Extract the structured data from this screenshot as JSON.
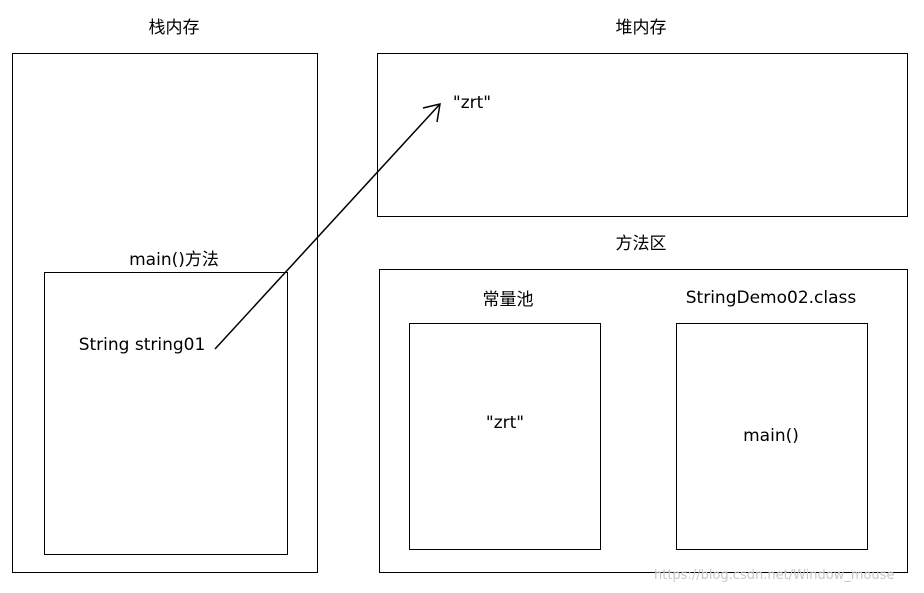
{
  "stack": {
    "title": "栈内存",
    "frame_title": "main()方法",
    "variable": "String string01"
  },
  "heap": {
    "title": "堆内存",
    "object": "\"zrt\""
  },
  "method_area": {
    "title": "方法区",
    "constant_pool": {
      "title": "常量池",
      "value": "\"zrt\""
    },
    "class_info": {
      "title": "StringDemo02.class",
      "method": "main()"
    }
  },
  "watermark": "https://blog.csdn.net/Window_mouse",
  "colors": {
    "line": "#000000",
    "background": "#ffffff",
    "watermark": "#c8c8c8"
  }
}
